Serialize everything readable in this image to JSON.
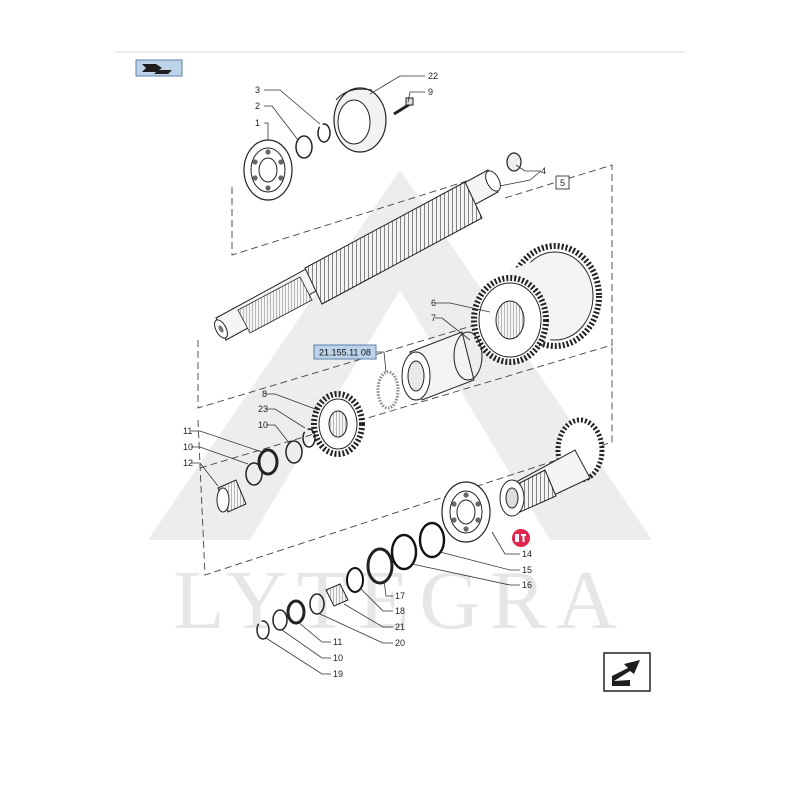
{
  "diagram": {
    "watermark": "LYTEGRA",
    "reference_label": "21.155.11 08",
    "part_numbers": {
      "p22": "22",
      "p9": "9",
      "p3": "3",
      "p2": "2",
      "p1": "1",
      "p4": "4",
      "p5": "5",
      "p6": "6",
      "p7": "7",
      "p8": "8",
      "p23": "23",
      "p10a": "10",
      "p11a": "11",
      "p10b": "10",
      "p12": "12",
      "p14": "14",
      "p15": "15",
      "p16": "16",
      "p17": "17",
      "p18": "18",
      "p21": "21",
      "p20": "20",
      "p11b": "11",
      "p10c": "10",
      "p19": "19"
    },
    "colors": {
      "line": "#333333",
      "ink": "#222222",
      "watermark": "#e6e6e6",
      "ref_box": "#bcd3ea",
      "ref_border": "#5b7fa8",
      "badge": "#e0264d",
      "icon_bg": "#bcd3ea"
    },
    "icons": {
      "top_left": "navigate-back-icon",
      "bottom_right": "navigate-forward-icon",
      "badge": "kit-badge-icon"
    }
  }
}
